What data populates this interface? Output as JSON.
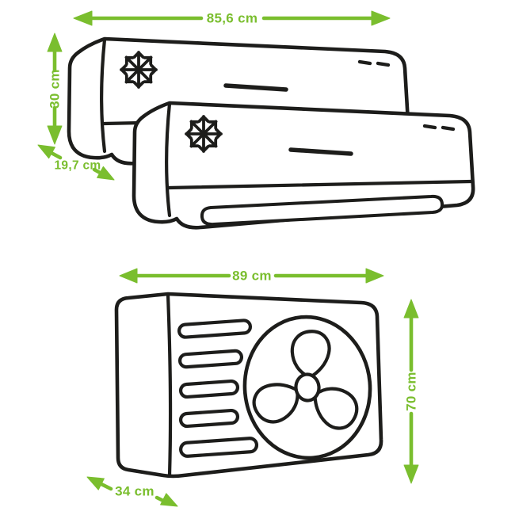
{
  "diagram": {
    "accent_color": "#7abe2e",
    "line_color": "#1d1d1b",
    "indoor_unit": {
      "width_label": "85,6 cm",
      "height_label": "30 cm",
      "depth_label": "19,7 cm",
      "icon": "snowflake-icon"
    },
    "outdoor_unit": {
      "width_label": "89 cm",
      "height_label": "70 cm",
      "depth_label": "34 cm",
      "icon": "fan-icon"
    }
  }
}
